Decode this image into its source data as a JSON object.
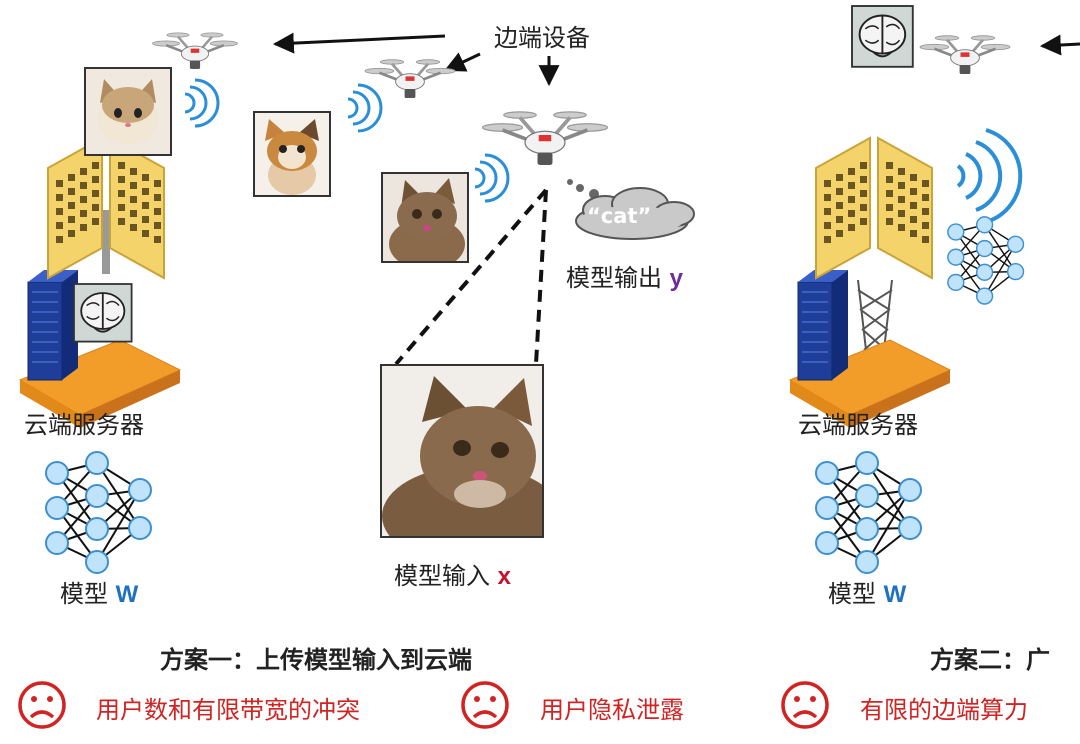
{
  "labels": {
    "edge_device": "边端设备",
    "model_output": "模型输出",
    "output_var": "y",
    "cat_word": "“cat”",
    "cloud_server_1": "云端服务器",
    "cloud_server_2": "云端服务器",
    "model_1": "模型",
    "model_2": "模型",
    "model_var": "W",
    "model_input": "模型输入",
    "input_var": "x"
  },
  "scheme1": {
    "title": "方案一：上传模型输入到云端"
  },
  "scheme2": {
    "title_partial": "方案二：广"
  },
  "problems": [
    {
      "icon": "sad-face-icon",
      "text": "用户数和有限带宽的冲突"
    },
    {
      "icon": "sad-face-icon",
      "text": "用户隐私泄露"
    },
    {
      "icon": "sad-face-icon",
      "text": "有限的边端算力"
    }
  ],
  "colors": {
    "accent_blue": "#1f6fc2",
    "negative_red": "#d22323",
    "x_red": "#c8102e",
    "y_purple": "#6a2f9c"
  }
}
